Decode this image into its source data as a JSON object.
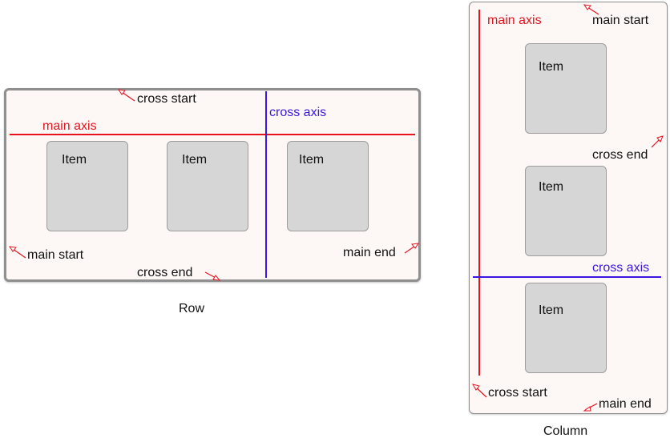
{
  "row": {
    "caption": "Row",
    "main_axis": "main axis",
    "cross_axis": "cross axis",
    "cross_start": "cross start",
    "cross_end": "cross end",
    "main_start": "main start",
    "main_end": "main end",
    "items": [
      "Item",
      "Item",
      "Item"
    ]
  },
  "column": {
    "caption": "Column",
    "main_axis": "main axis",
    "cross_axis": "cross axis",
    "main_start": "main start",
    "cross_end": "cross end",
    "cross_start": "cross start",
    "main_end": "main end",
    "items": [
      "Item",
      "Item",
      "Item"
    ]
  },
  "colors": {
    "main_axis": "#e8121e",
    "cross_axis": "#3a16e0",
    "arrow": "#e8121e",
    "panel_fill": "#fdf8f6",
    "item_fill": "#d6d6d6"
  }
}
